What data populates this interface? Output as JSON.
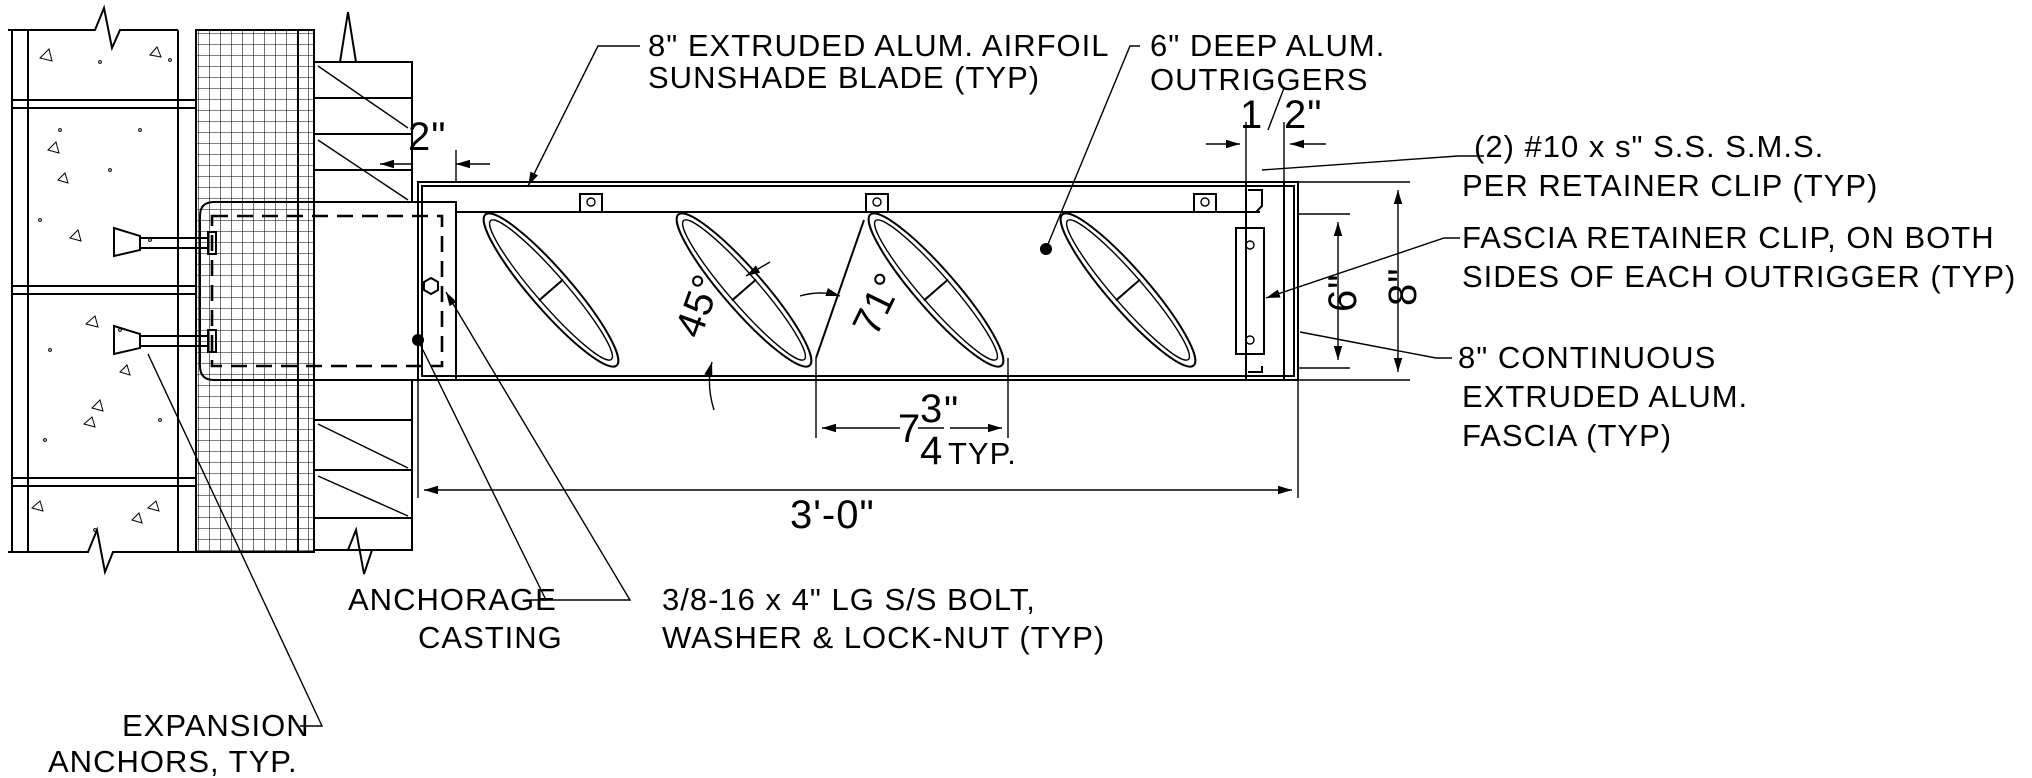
{
  "labels": {
    "blade": [
      "8\" EXTRUDED ALUM. AIRFOIL",
      "SUNSHADE BLADE (TYP)"
    ],
    "outriggers": [
      "6\" DEEP ALUM.",
      "OUTRIGGERS"
    ],
    "screws": [
      "(2) #10 x s\" S.S. S.M.S.",
      "PER RETAINER CLIP (TYP)"
    ],
    "clip": [
      "FASCIA RETAINER CLIP, ON BOTH",
      "SIDES OF EACH OUTRIGGER (TYP)"
    ],
    "fascia": [
      "8\" CONTINUOUS",
      "EXTRUDED ALUM.",
      "FASCIA (TYP)"
    ],
    "casting": [
      "ANCHORAGE",
      "CASTING"
    ],
    "bolt": [
      "3/8-16 x 4\" LG S/S BOLT,",
      "WASHER & LOCK-NUT (TYP)"
    ],
    "anchors": [
      "EXPANSION",
      "ANCHORS, TYP."
    ]
  },
  "dimensions": {
    "gap": "2\"",
    "half_top": "1",
    "half_bottom": "2\"",
    "angle_blade": "45°",
    "angle_gap": "71°",
    "spacing_whole": "7",
    "spacing_num": "3",
    "spacing_den": "4",
    "spacing_unit": "\"",
    "spacing_note": "TYP.",
    "overall": "3'-0\"",
    "depth_6": "6\"",
    "depth_8": "8\""
  }
}
